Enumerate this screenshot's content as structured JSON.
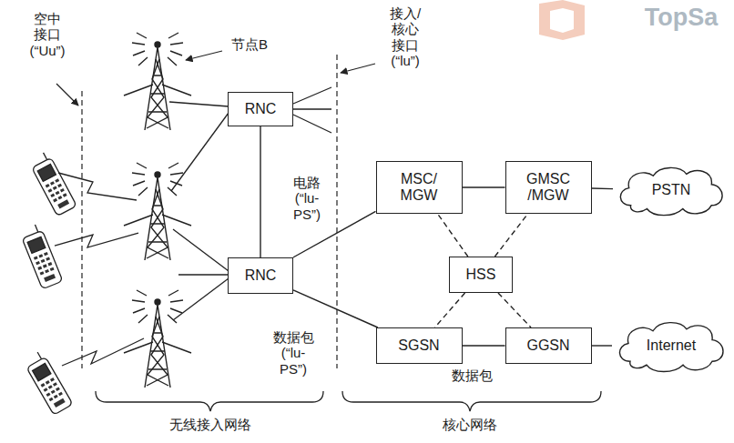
{
  "diagram": {
    "nodes": [
      {
        "text": [
          "RNC"
        ]
      },
      {
        "text": [
          "RNC"
        ]
      },
      {
        "text": [
          "MSC/ MGW"
        ]
      },
      {
        "text": [
          "GMSC /MGW"
        ]
      },
      {
        "text": [
          "PSTN"
        ]
      },
      {
        "text": [
          "HSS"
        ]
      },
      {
        "text": [
          "SGSN"
        ]
      },
      {
        "text": [
          "GGSN"
        ]
      },
      {
        "text": [
          "Internet"
        ]
      }
    ],
    "edges": [
      {
        "from": 0,
        "to": 1,
        "arrow": "none"
      },
      {
        "from": 1,
        "to": 2,
        "arrow": "none"
      },
      {
        "from": 1,
        "to": 6,
        "arrow": "none"
      },
      {
        "from": 2,
        "to": 3,
        "arrow": "none"
      },
      {
        "from": 3,
        "to": 4,
        "arrow": "none"
      },
      {
        "from": 6,
        "to": 7,
        "arrow": "none"
      },
      {
        "from": 7,
        "to": 8,
        "arrow": "none"
      },
      {
        "from": 5,
        "to": 2,
        "arrow": "none"
      },
      {
        "from": 5,
        "to": 3,
        "arrow": "none"
      },
      {
        "from": 5,
        "to": 6,
        "arrow": "none"
      },
      {
        "from": 5,
        "to": 7,
        "arrow": "none"
      }
    ],
    "labels": [
      "空中 接口 (“Uu”)",
      "节点B",
      "接入/ 核心 接口 (“lu”)",
      "电路 (“lu-PS”)",
      "数据包 (“lu-PS”)",
      "数据包",
      "无线接入网络",
      "核心网络",
      "TopSa"
    ]
  }
}
